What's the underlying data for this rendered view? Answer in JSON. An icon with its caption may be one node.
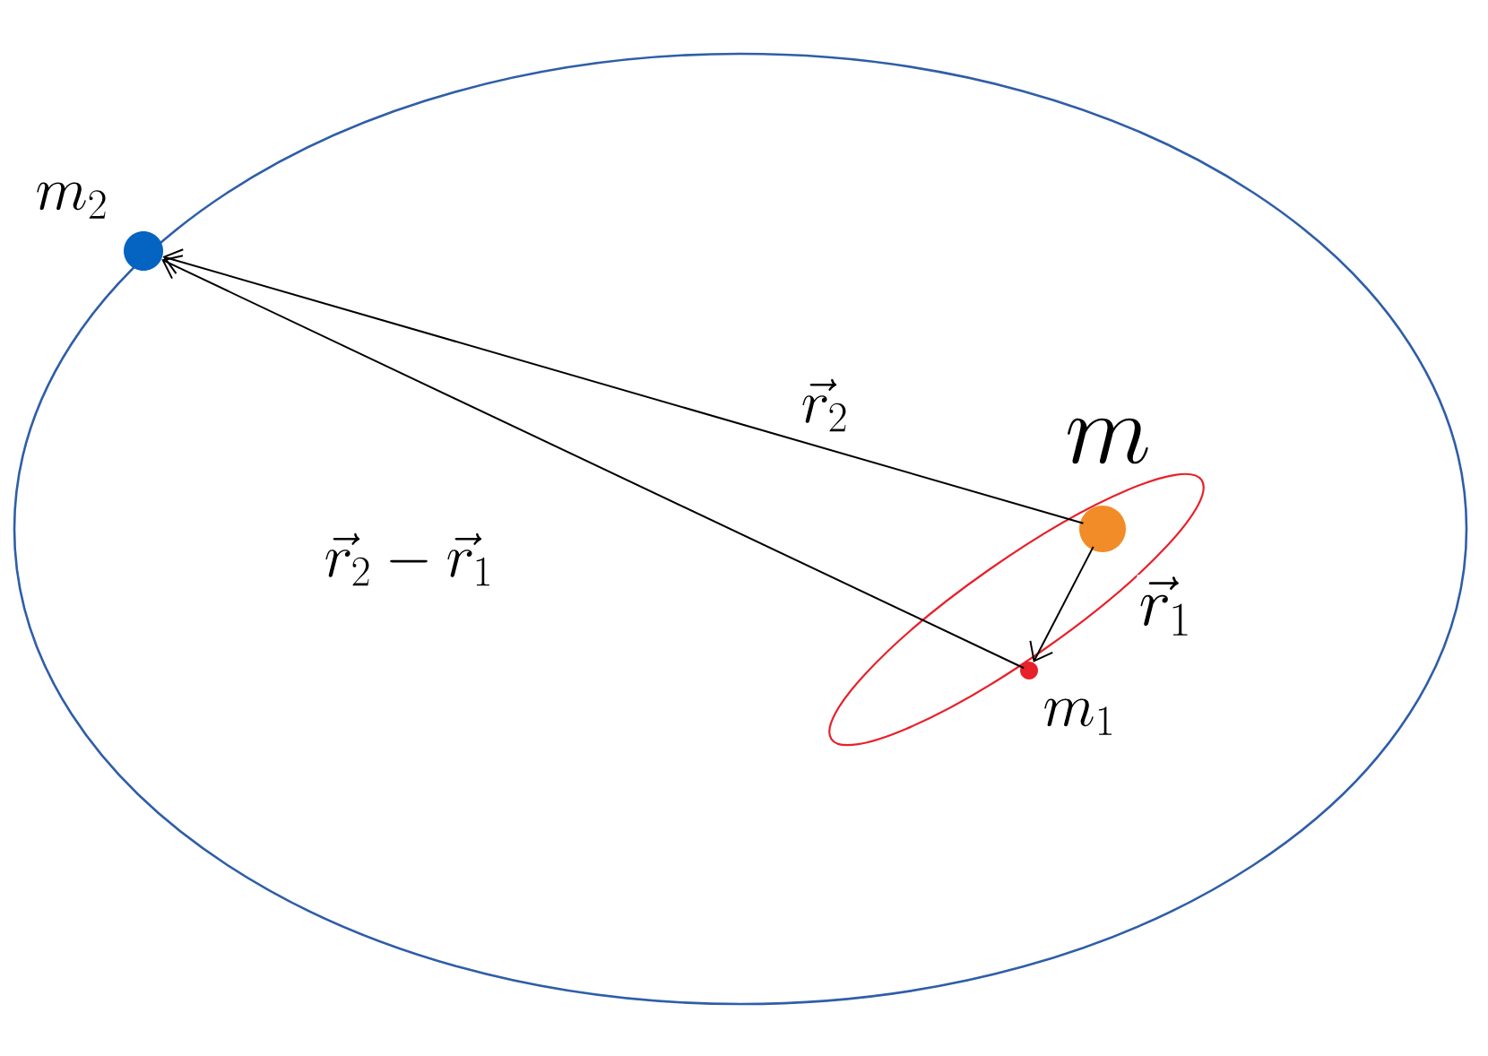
{
  "diagram": {
    "nodes": [
      {
        "text": [],
        "shape": "circle",
        "beside": [
          "m_2"
        ]
      },
      {
        "text": [],
        "shape": "circle",
        "beside": [
          "m"
        ]
      },
      {
        "text": [],
        "shape": "circle",
        "beside": [
          "m_1"
        ]
      }
    ],
    "edges": [
      {
        "from": 1,
        "to": 0,
        "arrow": "to",
        "label": "\\vec r_2"
      },
      {
        "from": 2,
        "to": 0,
        "arrow": "to"
      },
      {
        "from": 1,
        "to": 2,
        "arrow": "to",
        "label": "\\vec r_1"
      }
    ],
    "labels": [
      "\\vec r_2 - \\vec r_1"
    ]
  }
}
